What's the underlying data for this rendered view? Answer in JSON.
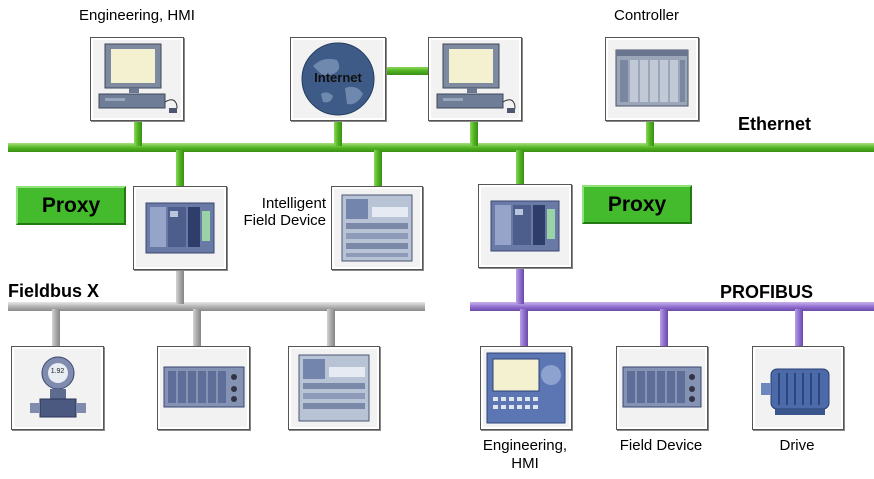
{
  "labels": {
    "engineering_hmi_top": "Engineering, HMI",
    "controller": "Controller",
    "ethernet": "Ethernet",
    "intelligent_field_device_line1": "Intelligent",
    "intelligent_field_device_line2": "Field Device",
    "fieldbus_x": "Fieldbus X",
    "profibus": "PROFIBUS",
    "engineering_hmi_bottom_line1": "Engineering,",
    "engineering_hmi_bottom_line2": "HMI",
    "field_device": "Field Device",
    "drive": "Drive"
  },
  "internet_text": "Internet",
  "proxy_left": "Proxy",
  "proxy_right": "Proxy",
  "meter_readout": "1.92",
  "colors": {
    "ethernet_bus": "#4fb31f",
    "fieldbus_bus": "#a8a8a8",
    "profibus_bus": "#8f6ecf",
    "proxy_fill": "#44bb2c",
    "device_blue": "#5a6fa8"
  }
}
